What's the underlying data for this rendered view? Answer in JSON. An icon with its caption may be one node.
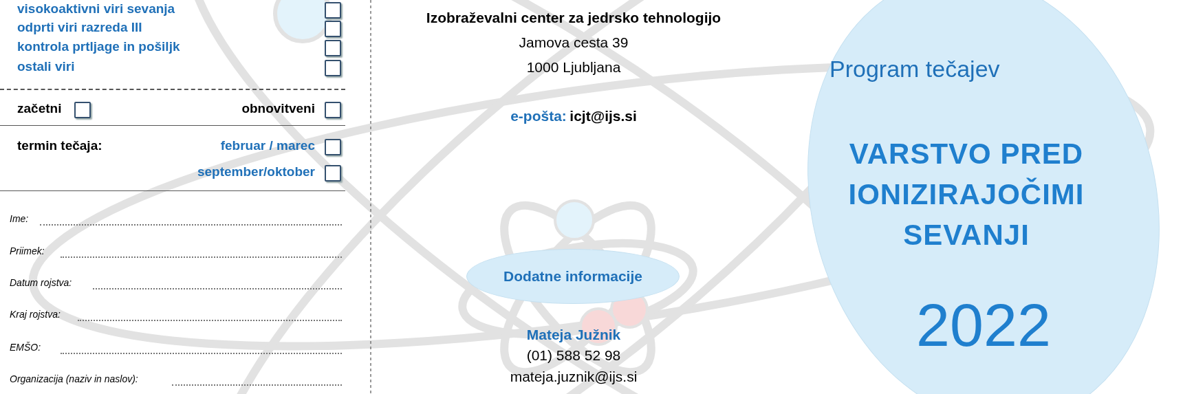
{
  "diagram": {
    "nodes": [
      {
        "text": [
          "Dodatne informacije"
        ]
      },
      {
        "text": [
          "Program tečajev",
          "VARSTVO PRED IONIZIRAJOČIMI SEVANJI",
          "2022"
        ]
      }
    ],
    "labels": [
      "visokoaktivni viri sevanja",
      "odprti viri razreda III",
      "kontrola prtljage in pošiljk",
      "ostali viri",
      "začetni",
      "obnovitveni",
      "termin tečaja:",
      "februar / marec",
      "september/oktober",
      "Ime:",
      "Priimek:",
      "Datum rojstva:",
      "Kraj rojstva:",
      "EMŠO:",
      "Organizacija (naziv in naslov):",
      "Izobraževalni center za jedrsko tehnologijo",
      "Jamova cesta 39",
      "1000 Ljubljana",
      "e-pošta:",
      "icjt@ijs.si",
      "Mateja Južnik",
      "(01) 588 52 98",
      "mateja.juznik@ijs.si"
    ]
  }
}
